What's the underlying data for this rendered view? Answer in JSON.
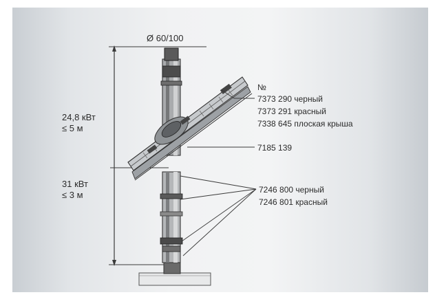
{
  "diameter_label": "Ø 60/100",
  "ranges": [
    {
      "power": "24,8 кВт",
      "length": "≤ 5 м"
    },
    {
      "power": "31 кВт",
      "length": "≤ 3 м"
    }
  ],
  "part_numbers": {
    "header": "№",
    "roof_flashing": [
      "7373 290 черный",
      "7373 291 красный",
      "7338 645 плоская крыша"
    ],
    "roof_passthrough": "7185 139",
    "pipe_clamp": [
      "7246 800 черный",
      "7246 801 красный"
    ]
  },
  "colors": {
    "background": "#f2f3f4",
    "line": "#3a3a3a",
    "text": "#2b2b2b",
    "pipe_dark": "#4a4a4a",
    "pipe_light": "#9a9a9a",
    "roof": "#b8bcc0"
  }
}
